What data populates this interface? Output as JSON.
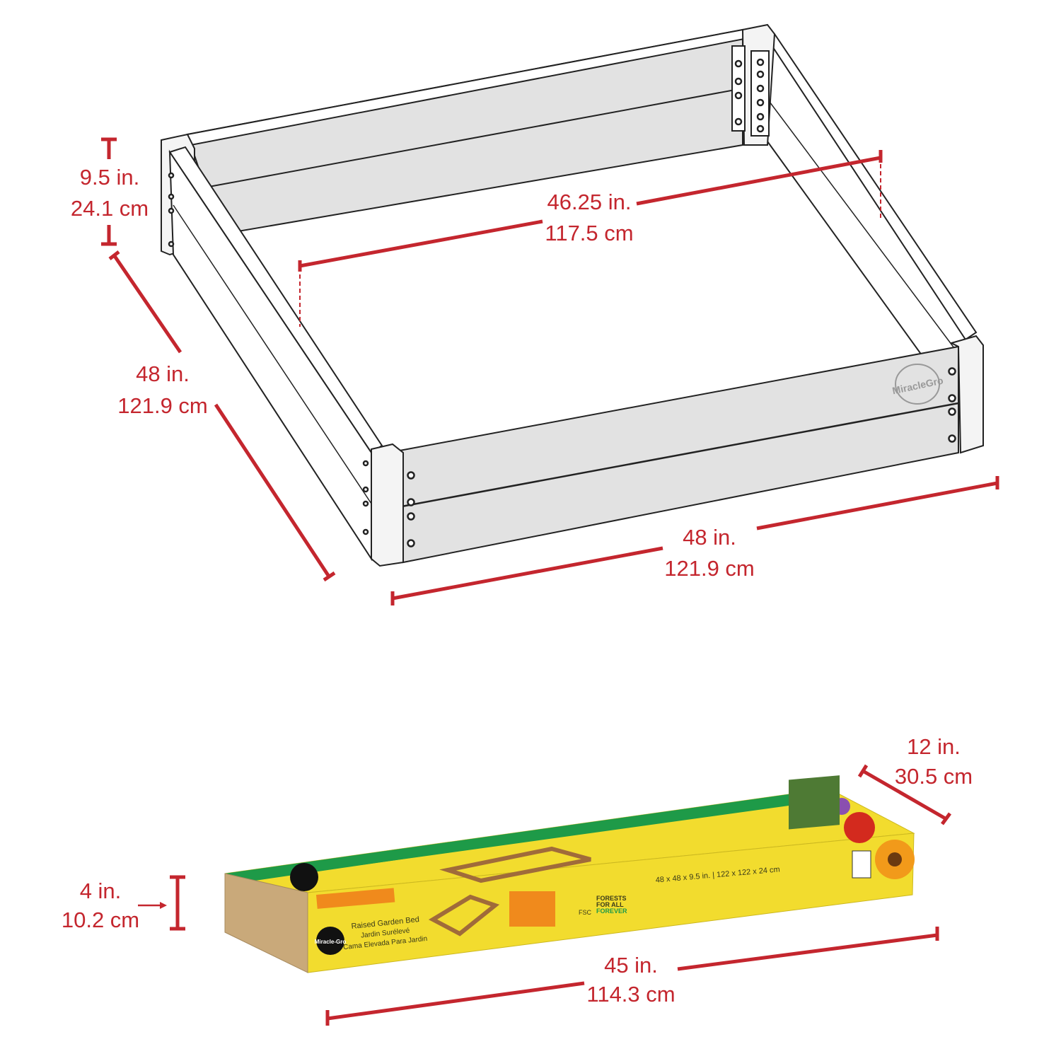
{
  "dimensions": {
    "height": {
      "in": "9.5 in.",
      "cm": "24.1 cm"
    },
    "depth": {
      "in": "48 in.",
      "cm": "121.9 cm"
    },
    "inner_width": {
      "in": "46.25 in.",
      "cm": "117.5 cm"
    },
    "width": {
      "in": "48 in.",
      "cm": "121.9 cm"
    },
    "box_depth": {
      "in": "12  in.",
      "cm": "30.5 cm"
    },
    "box_height": {
      "in": "4  in.",
      "cm": "10.2 cm"
    },
    "box_length": {
      "in": "45 in.",
      "cm": "114.3 cm"
    }
  },
  "bed_logo": "MiracleGro",
  "box": {
    "brand": "Miracle-Gro",
    "title": "Raised Garden Bed",
    "title_fr": "Jardin Surélevé",
    "title_es": "Cama Elevada Para Jardin",
    "size": "48 x 48 x 9.5 in. | 122 x 122 x 24 cm",
    "fsc_line1": "FORESTS",
    "fsc_line2": "FOR ALL",
    "fsc_line3": "FOREVER",
    "fsc": "FSC"
  },
  "colors": {
    "dimension_red": "#c4262e",
    "box_yellow": "#f2dc2e",
    "box_green": "#1e9a48",
    "cardboard": "#c9a97a"
  }
}
